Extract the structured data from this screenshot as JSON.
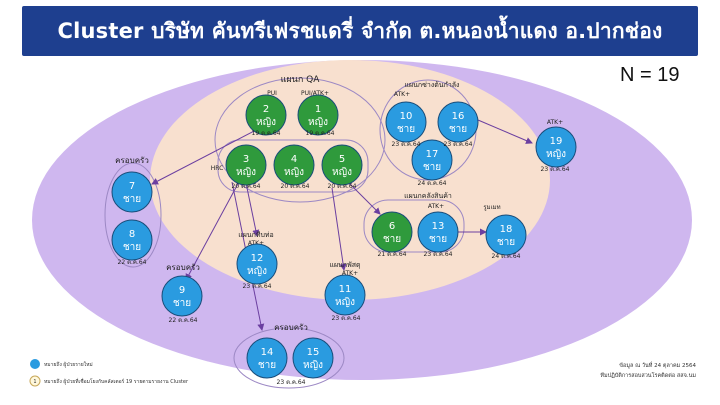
{
  "title": "Cluster บริษัท คันทรีเฟรชแดรี่ จำกัด ต.หนองน้ำแดง อ.ปากช่อง",
  "n_label": "N = 19",
  "groups": {
    "qa": "แผนก QA",
    "pui": "PUI",
    "pui_atk": "PUI/ATK+",
    "hrc": "HRC",
    "family1": "ครอบครัว",
    "family2": "ครอบครัว",
    "family3": "ครอบครัว",
    "dept_a": "แผนกซ่างต้นกำลัง",
    "dept_b": "แผนกคลังสินค้า",
    "dept_c": "แผนกทีบท่อ",
    "dept_d": "แผนกพัสดุ",
    "atk_plus": "ATK+",
    "umm": "รูมเมท"
  },
  "nodes": [
    {
      "id": "2",
      "label": "หญิง",
      "color": "green"
    },
    {
      "id": "1",
      "label": "หญิง",
      "color": "green"
    },
    {
      "id": "3",
      "label": "หญิง",
      "color": "green"
    },
    {
      "id": "4",
      "label": "หญิง",
      "color": "green"
    },
    {
      "id": "5",
      "label": "หญิง",
      "color": "green"
    },
    {
      "id": "6",
      "label": "ชาย",
      "color": "green"
    },
    {
      "id": "7",
      "label": "ชาย",
      "color": "blue"
    },
    {
      "id": "8",
      "label": "ชาย",
      "color": "blue"
    },
    {
      "id": "9",
      "label": "ชาย",
      "color": "blue"
    },
    {
      "id": "10",
      "label": "ชาย",
      "color": "blue"
    },
    {
      "id": "16",
      "label": "ชาย",
      "color": "blue"
    },
    {
      "id": "17",
      "label": "ชาย",
      "color": "blue"
    },
    {
      "id": "19",
      "label": "หญิง",
      "color": "blue"
    },
    {
      "id": "13",
      "label": "ชาย",
      "color": "blue"
    },
    {
      "id": "18",
      "label": "ชาย",
      "color": "blue"
    },
    {
      "id": "12",
      "label": "หญิง",
      "color": "blue"
    },
    {
      "id": "11",
      "label": "หญิง",
      "color": "blue"
    },
    {
      "id": "14",
      "label": "ชาย",
      "color": "blue"
    },
    {
      "id": "15",
      "label": "หญิง",
      "color": "blue"
    }
  ],
  "dates": {
    "d1": "19 ต.ค.64",
    "d2": "19 ต.ค.64",
    "d3": "20 ต.ค.64",
    "d4": "20 ต.ค.64",
    "d5": "20 ต.ค.64",
    "d6": "21 ต.ค.64",
    "d7": "22 ต.ค.64",
    "d9": "22 ต.ค.64",
    "d10": "23 ต.ค.64",
    "d16": "23 ต.ค.64",
    "d17": "24 ต.ค.64",
    "d19": "23 ต.ค.64",
    "d13": "23 ต.ค.64",
    "d18": "24 ต.ค.64",
    "d12": "23 ต.ค.64",
    "d11": "23 ต.ค.64",
    "d14": "23 ต.ค.64"
  },
  "legend": {
    "blue": "หมายถึง ผู้ป่วยรายใหม่",
    "ring": "หมายถึง ผู้ป่วยที่เชื่อมโยงกับคลัสเตอร์ 19 รายตามรายงาน Cluster",
    "ring_num": "1"
  },
  "source": {
    "line1": "ข้อมูล ณ วันที่ 24 ตุลาคม 2564",
    "line2": "ทีมปฏิบัติการสอบสวนโรคติดต่อ สสจ.นม"
  },
  "colors": {
    "header": "#1e3f8f",
    "outer": "#cfb7ef",
    "inner": "#f8e0cf",
    "green": "#2f9a3c",
    "blue": "#2a9be0",
    "arrow": "#6b3fa0"
  }
}
